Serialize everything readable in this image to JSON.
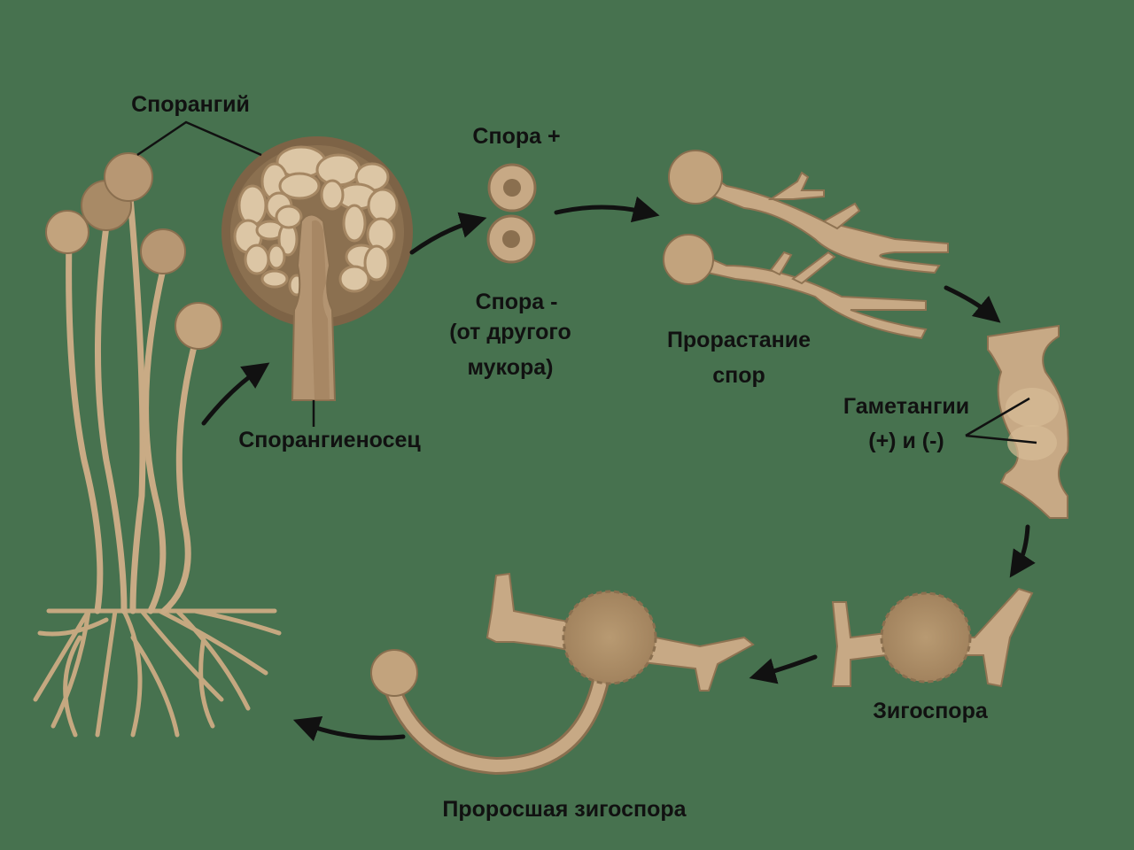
{
  "diagram": {
    "title_labels": {
      "sporangium": "Спорангий",
      "spore_plus": "Спора +",
      "spore_minus": "Спора -",
      "spore_minus_note_line1": "(от другого",
      "spore_minus_note_line2": "мукора)",
      "germination_line1": "Прорастание",
      "germination_line2": "спор",
      "gametangia_line1": "Гаметангии",
      "gametangia_line2": "(+) и (-)",
      "sporangiophore": "Спорангиеносец",
      "zygospore": "Зигоспора",
      "germinated_zygospore": "Проросшая зигоспора"
    },
    "colors": {
      "background": "#47724f",
      "fungus_light": "#c9ab85",
      "fungus_dark": "#8a6f4f",
      "arrow": "#111111"
    }
  }
}
